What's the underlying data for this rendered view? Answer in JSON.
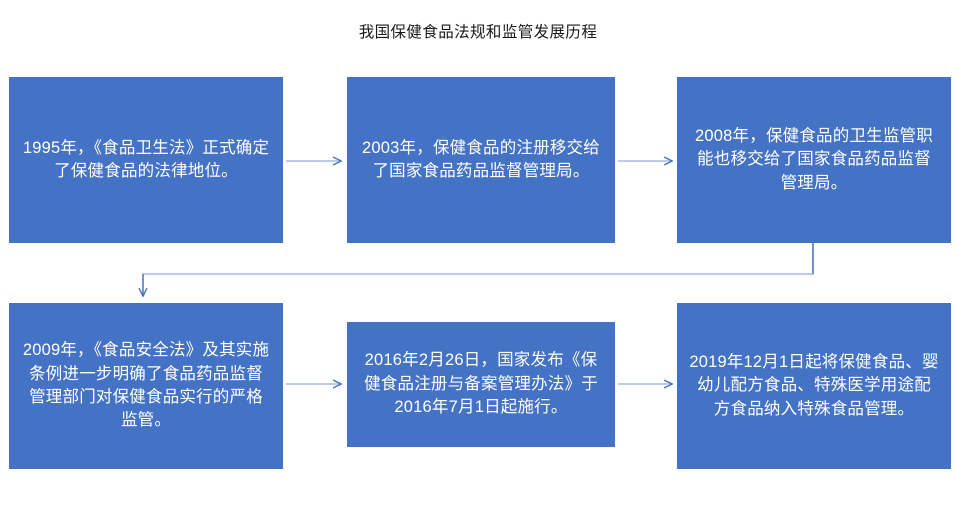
{
  "title": "我国保健食品法规和监管发展历程",
  "theme": {
    "node_fill": "#4472C4",
    "node_text": "#FFFFFF",
    "connector": "#4472C4",
    "connector_light": "#A8B9E6",
    "background": "#FFFFFF",
    "title_color": "#1A1A1A"
  },
  "flowchart": {
    "type": "process-flow",
    "direction": "left-to-right, wrapping to second row",
    "nodes": [
      {
        "id": "node-1",
        "order": 1,
        "year": "1995",
        "text": "1995年，《食品卫生法》正式确定了保健食品的法律地位。"
      },
      {
        "id": "node-2",
        "order": 2,
        "year": "2003",
        "text": "2003年，保健食品的注册移交给了国家食品药品监督管理局。"
      },
      {
        "id": "node-3",
        "order": 3,
        "year": "2008",
        "text": "2008年，保健食品的卫生监管职能也移交给了国家食品药品监督管理局。"
      },
      {
        "id": "node-4",
        "order": 4,
        "year": "2009",
        "text": "2009年，《食品安全法》及其实施条例进一步明确了食品药品监督管理部门对保健食品实行的严格监管。"
      },
      {
        "id": "node-5",
        "order": 5,
        "year": "2016",
        "text": "2016年2月26日，国家发布《保健食品注册与备案管理办法》于2016年7月1日起施行。"
      },
      {
        "id": "node-6",
        "order": 6,
        "year": "2019",
        "text": "2019年12月1日起将保健食品、婴幼儿配方食品、特殊医学用途配方食品纳入特殊食品管理。"
      }
    ],
    "connectors": [
      {
        "id": "arrow-1-2",
        "from": "node-1",
        "to": "node-2",
        "shape": "straight-right"
      },
      {
        "id": "arrow-2-3",
        "from": "node-2",
        "to": "node-3",
        "shape": "straight-right"
      },
      {
        "id": "arrow-3-4",
        "from": "node-3",
        "to": "node-4",
        "shape": "elbow-wrap-down-left"
      },
      {
        "id": "arrow-4-5",
        "from": "node-4",
        "to": "node-5",
        "shape": "straight-right"
      },
      {
        "id": "arrow-5-6",
        "from": "node-5",
        "to": "node-6",
        "shape": "straight-right"
      }
    ]
  }
}
